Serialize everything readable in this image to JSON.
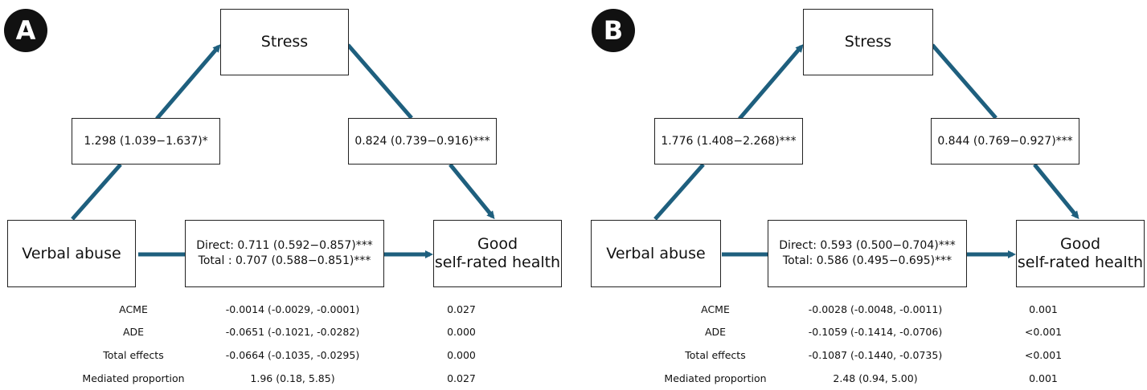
{
  "colors": {
    "arrow": "#1e5f7e",
    "border": "#222222",
    "badge_bg": "#111111",
    "badge_text": "#ffffff"
  },
  "panels": [
    {
      "badge": "A",
      "mediator": "Stress",
      "exposure": "Verbal abuse",
      "outcome_line1": "Good",
      "outcome_line2": "self-rated health",
      "path_a": "1.298 (1.039−1.637)*",
      "path_b": "0.824 (0.739−0.916)***",
      "direct": "Direct: 0.711 (0.592−0.857)***",
      "total": "Total : 0.707 (0.588−0.851)***",
      "table": [
        {
          "label": "ACME",
          "estimate": "-0.0014 (-0.0029, -0.0001)",
          "p": "0.027"
        },
        {
          "label": "ADE",
          "estimate": "-0.0651 (-0.1021, -0.0282)",
          "p": "0.000"
        },
        {
          "label": "Total effects",
          "estimate": "-0.0664 (-0.1035, -0.0295)",
          "p": "0.000"
        },
        {
          "label": "Mediated proportion",
          "estimate": "1.96 (0.18, 5.85)",
          "p": "0.027"
        }
      ]
    },
    {
      "badge": "B",
      "mediator": "Stress",
      "exposure": "Verbal abuse",
      "outcome_line1": "Good",
      "outcome_line2": "self-rated health",
      "path_a": "1.776 (1.408−2.268)***",
      "path_b": "0.844 (0.769−0.927)***",
      "direct": "Direct: 0.593 (0.500−0.704)***",
      "total": "Total: 0.586 (0.495−0.695)***",
      "table": [
        {
          "label": "ACME",
          "estimate": "-0.0028 (-0.0048, -0.0011)",
          "p": "0.001"
        },
        {
          "label": "ADE",
          "estimate": "-0.1059 (-0.1414, -0.0706)",
          "p": "<0.001"
        },
        {
          "label": "Total effects",
          "estimate": "-0.1087 (-0.1440, -0.0735)",
          "p": "<0.001"
        },
        {
          "label": "Mediated proportion",
          "estimate": "2.48 (0.94, 5.00)",
          "p": "0.001"
        }
      ]
    }
  ]
}
